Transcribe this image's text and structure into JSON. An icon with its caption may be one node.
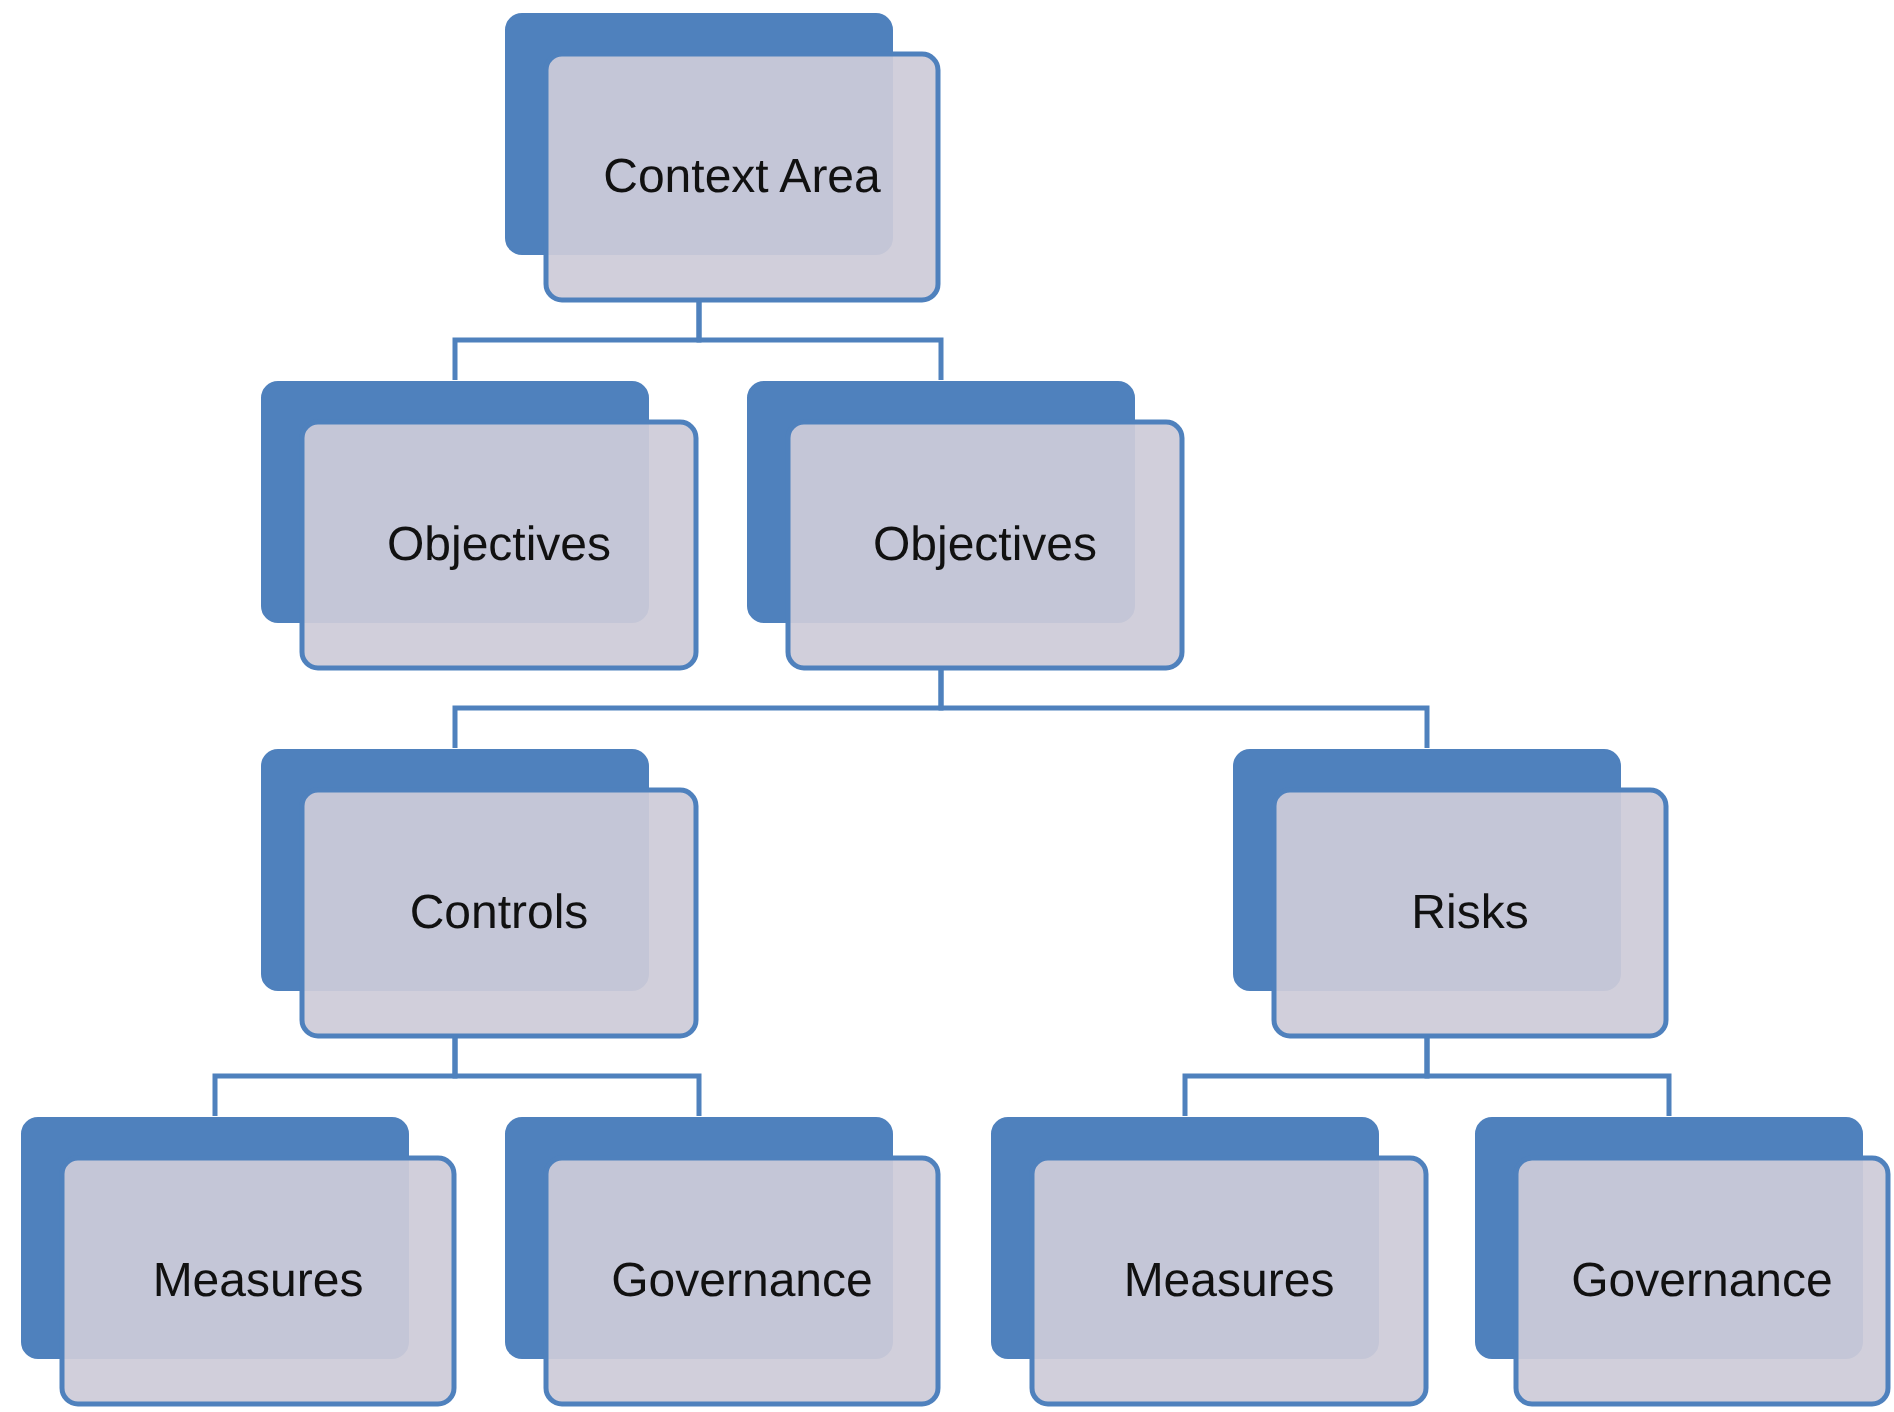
{
  "diagram": {
    "nodes": [
      {
        "text": [
          "Context Area"
        ]
      },
      {
        "text": [
          "Objectives"
        ]
      },
      {
        "text": [
          "Objectives"
        ]
      },
      {
        "text": [
          "Controls"
        ]
      },
      {
        "text": [
          "Risks"
        ]
      },
      {
        "text": [
          "Measures"
        ]
      },
      {
        "text": [
          "Governance"
        ]
      },
      {
        "text": [
          "Measures"
        ]
      },
      {
        "text": [
          "Governance"
        ]
      }
    ],
    "edges": [
      {
        "from": 0,
        "to": 1,
        "arrow": "none"
      },
      {
        "from": 0,
        "to": 2,
        "arrow": "none"
      },
      {
        "from": 2,
        "to": 3,
        "arrow": "none"
      },
      {
        "from": 2,
        "to": 4,
        "arrow": "none"
      },
      {
        "from": 3,
        "to": 5,
        "arrow": "none"
      },
      {
        "from": 3,
        "to": 6,
        "arrow": "none"
      },
      {
        "from": 4,
        "to": 7,
        "arrow": "none"
      },
      {
        "from": 4,
        "to": 8,
        "arrow": "none"
      }
    ]
  }
}
